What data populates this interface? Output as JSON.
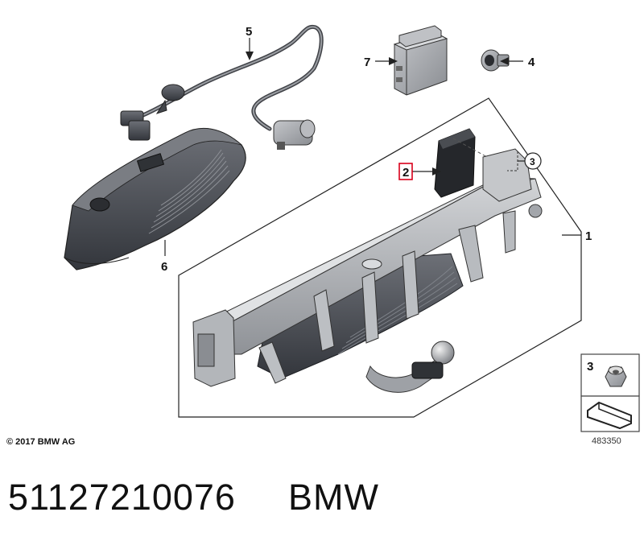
{
  "callouts": {
    "c1": "1",
    "c2": "2",
    "c3": "3",
    "c4": "4",
    "c5": "5",
    "c6": "6",
    "c7": "7",
    "legend_3": "3"
  },
  "highlight_color": "#d9001b",
  "copyright": "© 2017 BMW AG",
  "diagram_id": "483350",
  "part_number": "51127210076",
  "brand": "BMW"
}
